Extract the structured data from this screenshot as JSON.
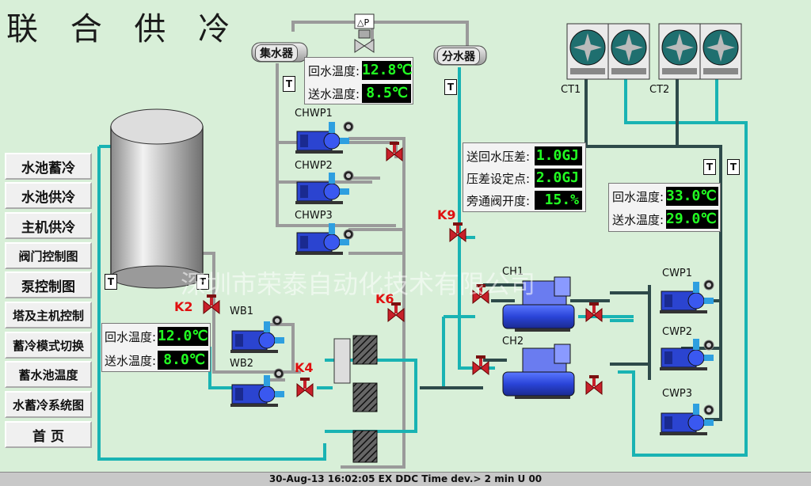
{
  "window_title": "联 合 供 冷",
  "menu": [
    "水池蓄冷",
    "水池供冷",
    "主机供冷",
    "阀门控制图",
    "泵控制图",
    "塔及主机控制",
    "蓄冷模式切换",
    "蓄水池温度",
    "水蓄冷系统图",
    "首 页"
  ],
  "headers": {
    "collector": "集水器",
    "distributor": "分水器"
  },
  "main_temps": {
    "return_label": "回水温度:",
    "return_value": "12.8℃",
    "supply_label": "送水温度:",
    "supply_value": "8.5℃"
  },
  "pressure_panel": {
    "diff_label": "送回水压差:",
    "diff_value": "1.0GJ",
    "setpoint_label": "压差设定点:",
    "setpoint_value": "2.0GJ",
    "bypass_label": "旁通阀开度:",
    "bypass_value": "15.%"
  },
  "cooling_temps": {
    "return_label": "回水温度:",
    "return_value": "33.0℃",
    "supply_label": "送水温度:",
    "supply_value": "29.0℃"
  },
  "tank_temps": {
    "return_label": "回水温度:",
    "return_value": "12.0℃",
    "supply_label": "送水温度:",
    "supply_value": "8.0℃"
  },
  "equipment": {
    "chwp1": "CHWP1",
    "chwp2": "CHWP2",
    "chwp3": "CHWP3",
    "wb1": "WB1",
    "wb2": "WB2",
    "ch1": "CH1",
    "ch2": "CH2",
    "cwp1": "CWP1",
    "cwp2": "CWP2",
    "cwp3": "CWP3",
    "ct1": "CT1",
    "ct2": "CT2"
  },
  "valves": {
    "k2": "K2",
    "k4": "K4",
    "k6": "K6",
    "k9": "K9"
  },
  "t_sensor": "T",
  "watermark": "深圳市荣泰自动化技术有限公司",
  "status_bar": "30-Aug-13  16:02:05  EX  DDC    Time dev.> 2 min   U 00",
  "colors": {
    "background": "#d8efd8",
    "pipe_gray": "#9a9a9a",
    "pipe_teal": "#19b3b3",
    "pipe_dark": "#2e4a4a",
    "display_green": "#22ff22",
    "valve_red": "#c8202a"
  }
}
